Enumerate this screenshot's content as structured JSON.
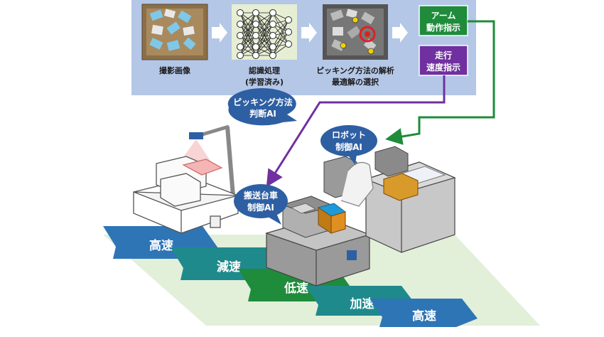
{
  "panel": {
    "steps": [
      {
        "label": "撮影画像"
      },
      {
        "label_line1": "認識処理",
        "label_line2": "(学習済み)"
      },
      {
        "label_line1": "ピッキング方法の解析",
        "label_line2": "最適解の選択"
      }
    ],
    "arm_command": {
      "line1": "アーム",
      "line2": "動作指示"
    },
    "travel_command": {
      "line1": "走行",
      "line2": "速度指示"
    }
  },
  "bubbles": {
    "picking_ai": {
      "line1": "ピッキング方法",
      "line2": "判断AI"
    },
    "robot_ai": {
      "line1": "ロボット",
      "line2": "制御AI"
    },
    "carrier_ai": {
      "line1": "搬送台車",
      "line2": "制御AI"
    }
  },
  "speed_road": {
    "segments": [
      {
        "label": "高速",
        "color": "#2E75B6"
      },
      {
        "label": "減速",
        "color": "#1F8A8C"
      },
      {
        "label": "低速",
        "color": "#1E8C3A"
      },
      {
        "label": "加速",
        "color": "#1F8A8C"
      },
      {
        "label": "高速",
        "color": "#2E75B6"
      }
    ]
  },
  "colors": {
    "panel_bg": "#B4C7E7",
    "arm_green": "#1E8C3A",
    "travel_purple": "#7030A0",
    "bubble_blue": "#2E5FA3"
  }
}
